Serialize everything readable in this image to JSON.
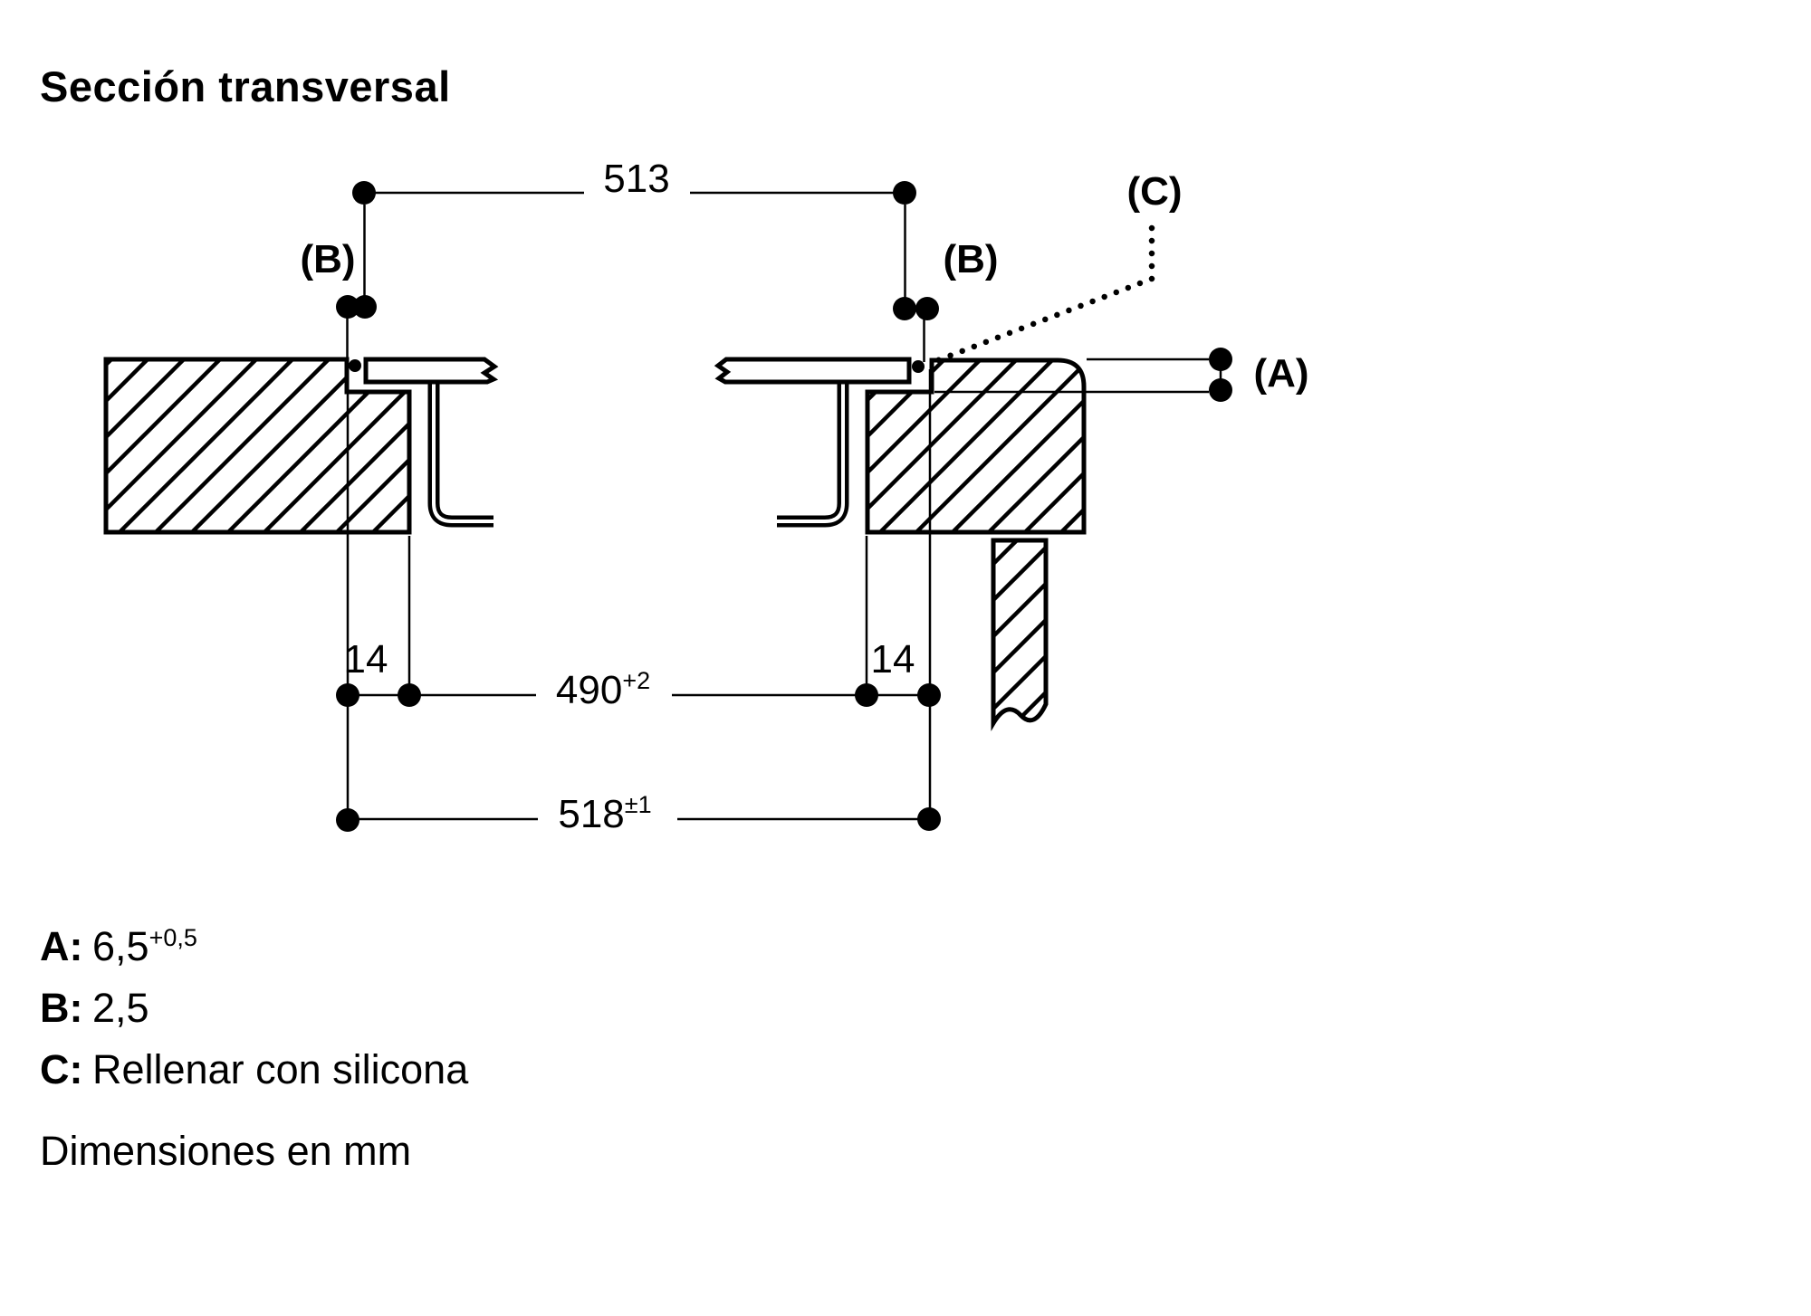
{
  "title": "Sección transversal",
  "footer_note": "Dimensiones en mm",
  "callouts": {
    "a": "(A)",
    "b_left": "(B)",
    "b_right": "(B)",
    "c": "(C)"
  },
  "dimensions": {
    "glass_width": {
      "value": "513",
      "tolerance": ""
    },
    "cutout_width": {
      "value": "490",
      "tolerance": "+2"
    },
    "recess_width": {
      "value": "518",
      "tolerance": "±1"
    },
    "ledge_left": {
      "value": "14"
    },
    "ledge_right": {
      "value": "14"
    }
  },
  "legend": [
    {
      "key": "A:",
      "value": "6,5",
      "tolerance": "+0,5"
    },
    {
      "key": "B:",
      "value": "2,5",
      "tolerance": ""
    },
    {
      "key": "C:",
      "value": "Rellenar con silicona",
      "tolerance": ""
    }
  ],
  "colors": {
    "ink": "#000000",
    "paper": "#ffffff"
  }
}
